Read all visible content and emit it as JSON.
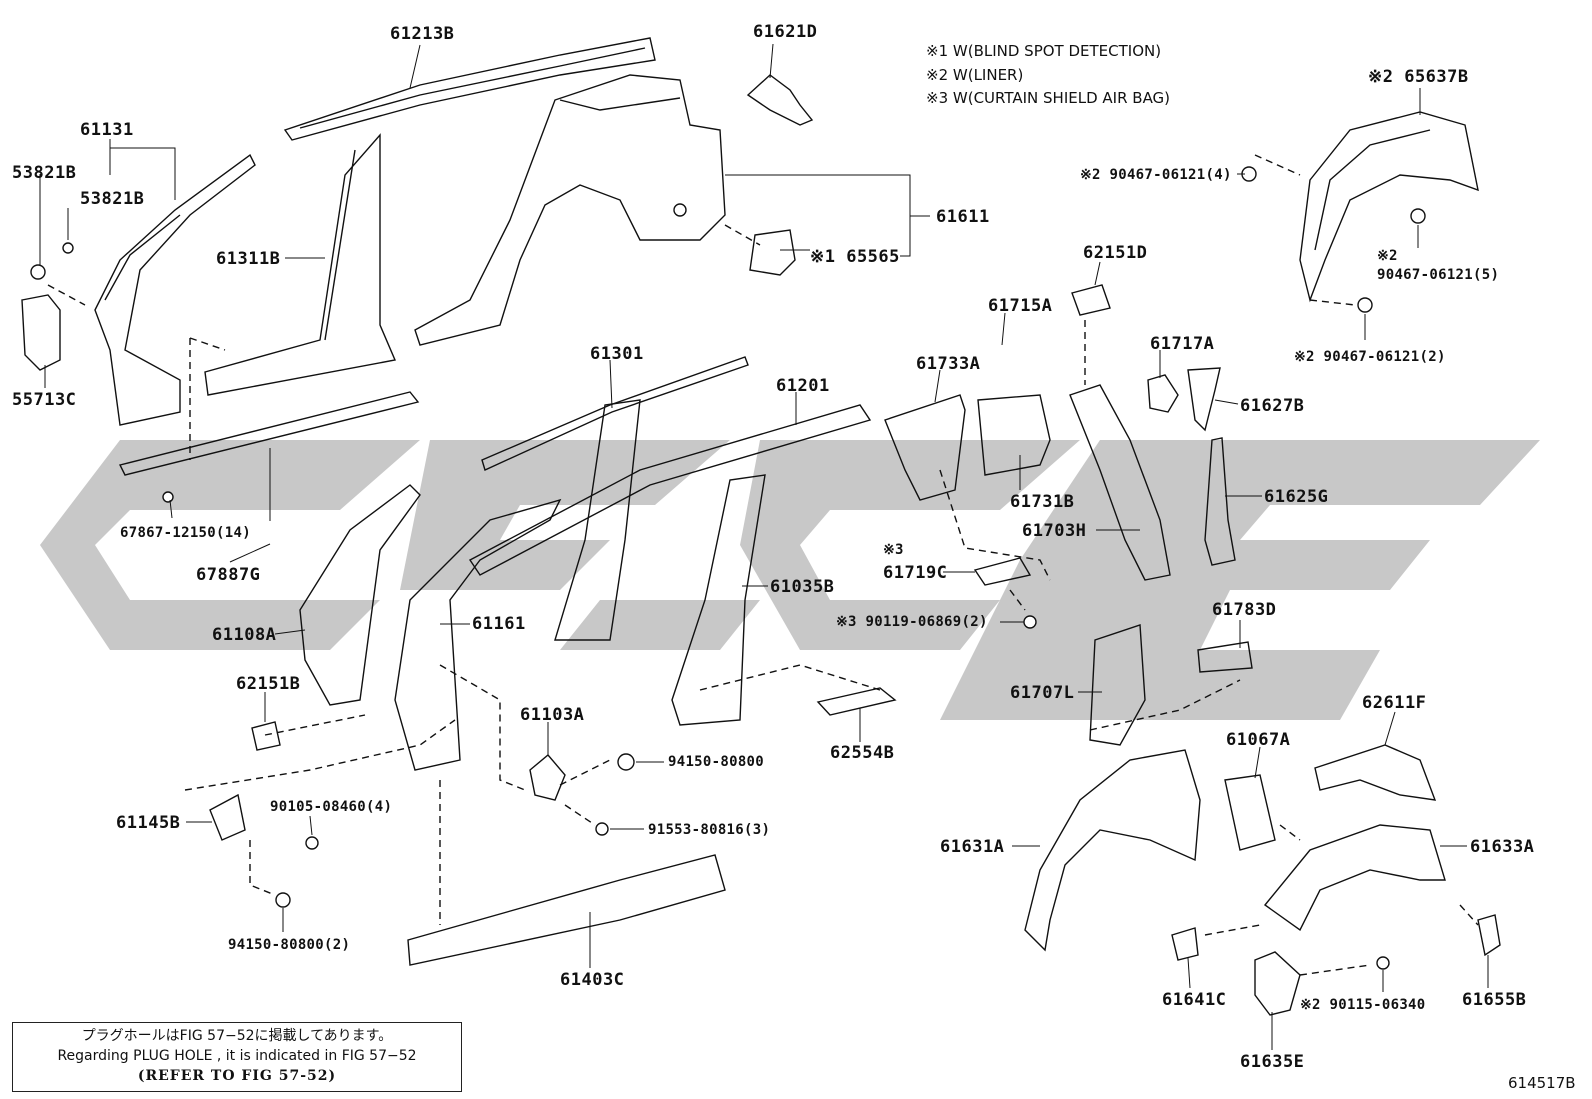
{
  "diagram": {
    "figure_id": "614517B",
    "watermark_text": "CASE",
    "notes": [
      "※1 W(BLIND SPOT DETECTION)",
      "※2 W(LINER)",
      "※3 W(CURTAIN SHIELD AIR BAG)"
    ],
    "reference_box": {
      "line1": "プラグホールはFIG 57−52に掲載してあります。",
      "line2": "Regarding  PLUG  HOLE , it is indicated in FIG  57−52",
      "line3": "(REFER TO FIG 57-52)"
    },
    "labels": {
      "p61213B": "61213B",
      "p61621D": "61621D",
      "p61131": "61131",
      "p53821B_a": "53821B",
      "p53821B_b": "53821B",
      "p61311B": "61311B",
      "p61611": "61611",
      "p65565": "※1 65565",
      "p55713C": "55713C",
      "p65637B": "※2 65637B",
      "p90467_4": "※2 90467-06121(4)",
      "p90467_5_mark": "※2",
      "p90467_5": "90467-06121(5)",
      "p90467_2": "※2 90467-06121(2)",
      "p62151D": "62151D",
      "p61715A": "61715A",
      "p61717A": "61717A",
      "p61733A": "61733A",
      "p61627B": "61627B",
      "p61301": "61301",
      "p61201": "61201",
      "p61731B": "61731B",
      "p61625G": "61625G",
      "p61703H": "61703H",
      "p67867": "67867-12150(14)",
      "p67887G": "67887G",
      "p61719C_mark": "※3",
      "p61719C": "61719C",
      "p61035B": "61035B",
      "p90119": "※3 90119-06869(2)",
      "p61783D": "61783D",
      "p61108A": "61108A",
      "p61161": "61161",
      "p62151B": "62151B",
      "p61707L": "61707L",
      "p62611F": "62611F",
      "p61103A": "61103A",
      "p62554B": "62554B",
      "p61067A": "61067A",
      "p94150_a": "94150-80800",
      "p90105": "90105-08460(4)",
      "p61145B": "61145B",
      "p91553": "91553-80816(3)",
      "p61631A": "61631A",
      "p61633A": "61633A",
      "p94150_2": "94150-80800(2)",
      "p61403C": "61403C",
      "p61641C": "61641C",
      "p90115": "※2 90115-06340",
      "p61655B": "61655B",
      "p61635E": "61635E"
    }
  }
}
